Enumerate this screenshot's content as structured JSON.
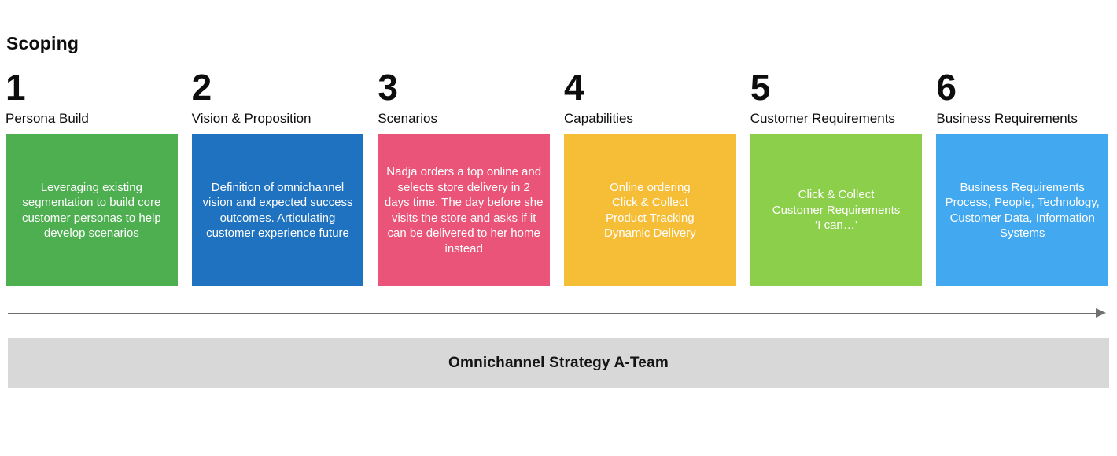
{
  "page": {
    "title": "Scoping"
  },
  "steps": [
    {
      "number": "1",
      "label": "Persona Build",
      "color": "#4daf50",
      "body": "Leveraging existing segmentation to build core customer personas to help develop scenarios"
    },
    {
      "number": "2",
      "label": "Vision & Proposition",
      "color": "#1e72bf",
      "body": "Definition of omnichannel vision and expected success outcomes. Articulating customer experience future"
    },
    {
      "number": "3",
      "label": "Scenarios",
      "color": "#ea5478",
      "body": "Nadja orders a top online and selects store delivery in 2 days time. The day before she visits the store and asks if it can be delivered to her home instead"
    },
    {
      "number": "4",
      "label": "Capabilities",
      "color": "#f6bd36",
      "body": "Online ordering\nClick & Collect\nProduct Tracking\nDynamic Delivery"
    },
    {
      "number": "5",
      "label": "Customer Requirements",
      "color": "#8ccf4a",
      "body": "Click & Collect\nCustomer Requirements\n‘I can…’"
    },
    {
      "number": "6",
      "label": "Business Requirements",
      "color": "#42a8ef",
      "body": "Business Requirements Process, People, Technology, Customer Data, Information Systems"
    }
  ],
  "timeline": {
    "arrow_color": "#707070"
  },
  "footer": {
    "label": "Omnichannel Strategy A-Team",
    "background": "#d8d8d8"
  }
}
